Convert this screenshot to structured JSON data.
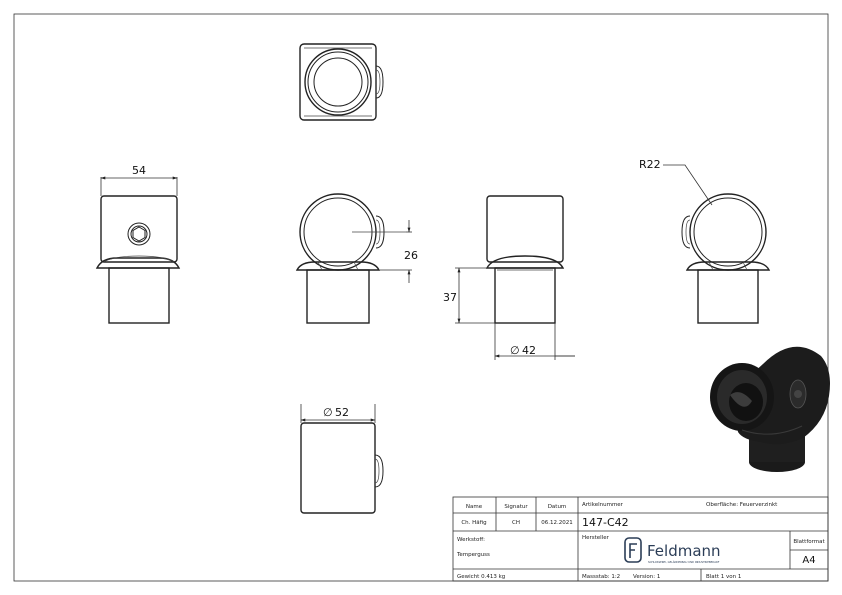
{
  "dimensions": {
    "width": "54",
    "height_offset": "26",
    "radius": "R22",
    "length": "37",
    "diameter_small": "42",
    "diameter_large": "52",
    "diameter_symbol": "∅"
  },
  "title_block": {
    "name_label": "Name",
    "signature_label": "Signatur",
    "date_label": "Datum",
    "article_label": "Artikelnummer",
    "surface_label": "Oberfläche: Feuerverzinkt",
    "name_value": "Ch. Häfig",
    "signature_value": "CH",
    "date_value": "06.12.2021",
    "article_value": "147-C42",
    "material_label": "Werkstoff:",
    "material_value": "Temperguss",
    "manufacturer_label": "Hersteller",
    "company_name": "Feldmann",
    "company_tagline": "SCHLOSSEREI, GELÄNDERBAU UND INDUSTRIEBEDARF",
    "sheet_format_label": "Blattformat",
    "sheet_format_value": "A4",
    "weight": "Gewicht 0.413 kg",
    "scale": "Massstab: 1:2",
    "version": "Version: 1",
    "sheet": "Blatt 1 von 1"
  },
  "colors": {
    "line": "#222222",
    "logo": "#2b3d57",
    "render_dark": "#1c1c1c"
  }
}
